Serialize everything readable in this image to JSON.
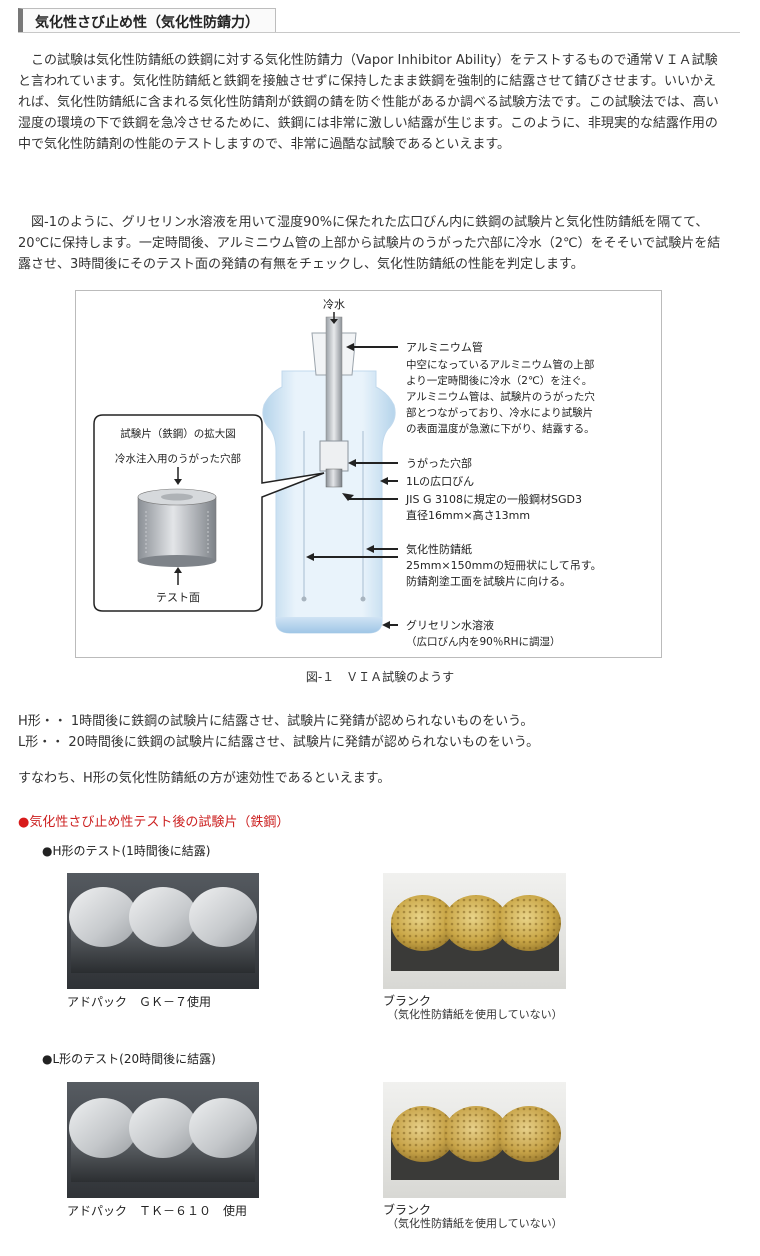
{
  "header": {
    "title": "気化性さび止め性（気化性防錆力）"
  },
  "intro": {
    "p1": "この試験は気化性防錆紙の鉄鋼に対する気化性防錆力（Vapor Inhibitor Ability）をテストするもので通常ＶＩＡ試験と言われています。気化性防錆紙と鉄鋼を接触させずに保持したまま鉄鋼を強制的に結露させて錆びさせます。いいかえれば、気化性防錆紙に含まれる気化性防錆剤が鉄鋼の錆を防ぐ性能があるか調べる試験方法です。この試験法では、高い湿度の環境の下で鉄鋼を急冷させるために、鉄鋼には非常に激しい結露が生じます。このように、非現実的な結露作用の中で気化性防錆剤の性能のテストしますので、非常に過酷な試験であるといえます。",
    "p2": "図-1のように、グリセリン水溶液を用いて湿度90%に保たれた広口びん内に鉄鋼の試験片と気化性防錆紙を隔てて、20℃に保持します。一定時間後、アルミニウム管の上部から試験片のうがった穴部に冷水（2℃）をそそいで試験片を結露させ、3時間後にそのテスト面の発錆の有無をチェックし、気化性防錆紙の性能を判定します。"
  },
  "figure": {
    "cold_water": "冷水",
    "aluminum_title": "アルミニウム管",
    "aluminum_desc": [
      "中空になっているアルミニウム管の上部",
      "より一定時間後に冷水（2℃）を注ぐ。",
      "アルミニウム管は、試験片のうがった穴",
      "部とつながっており、冷水により試験片",
      "の表面温度が急激に下がり、結露する。"
    ],
    "hole": "うがった穴部",
    "bottle": "1Lの広口びん",
    "steel": [
      "JIS G 3108に規定の一般鋼材SGD3",
      "直径16mm×高さ13mm"
    ],
    "paper": [
      "気化性防錆紙",
      "25mm×150mmの短冊状にして吊す。",
      "防錆剤塗工面を試験片に向ける。"
    ],
    "glycerin": [
      "グリセリン水溶液",
      "（広口びん内を90％RHに調湿）"
    ],
    "inset_title": "試験片（鉄鋼）の拡大図",
    "inset_hole": "冷水注入用のうがった穴部",
    "inset_test": "テスト面",
    "caption": "図-１　ＶＩＡ試験のようす"
  },
  "grades": {
    "h": "H形・・ 1時間後に鉄鋼の試験片に結露させ、試験片に発錆が認められないものをいう。",
    "l": "L形・・ 20時間後に鉄鋼の試験片に結露させ、試験片に発錆が認められないものをいう。",
    "summary": "すなわち、H形の気化性防錆紙の方が速効性であるといえます。"
  },
  "results": {
    "heading": "気化性さび止め性テスト後の試験片（鉄鋼）",
    "bullet": "●",
    "h_test": {
      "title": "●H形のテスト(1時間後に結露)",
      "product_label": "アドパック　ＧＫ－７使用",
      "blank_label": "ブランク",
      "blank_note": "（気化性防錆紙を使用していない）"
    },
    "l_test": {
      "title": "●L形のテスト(20時間後に結露)",
      "product_label": "アドパック　ＴＫ－６１０　使用",
      "blank_label": "ブランク",
      "blank_note": "（気化性防錆紙を使用していない）"
    }
  },
  "colors": {
    "heading_red": "#cc1f1f",
    "rust": "#c9a646",
    "steel": "#a9adb3",
    "bottle_blue": "#bcd9ee"
  }
}
